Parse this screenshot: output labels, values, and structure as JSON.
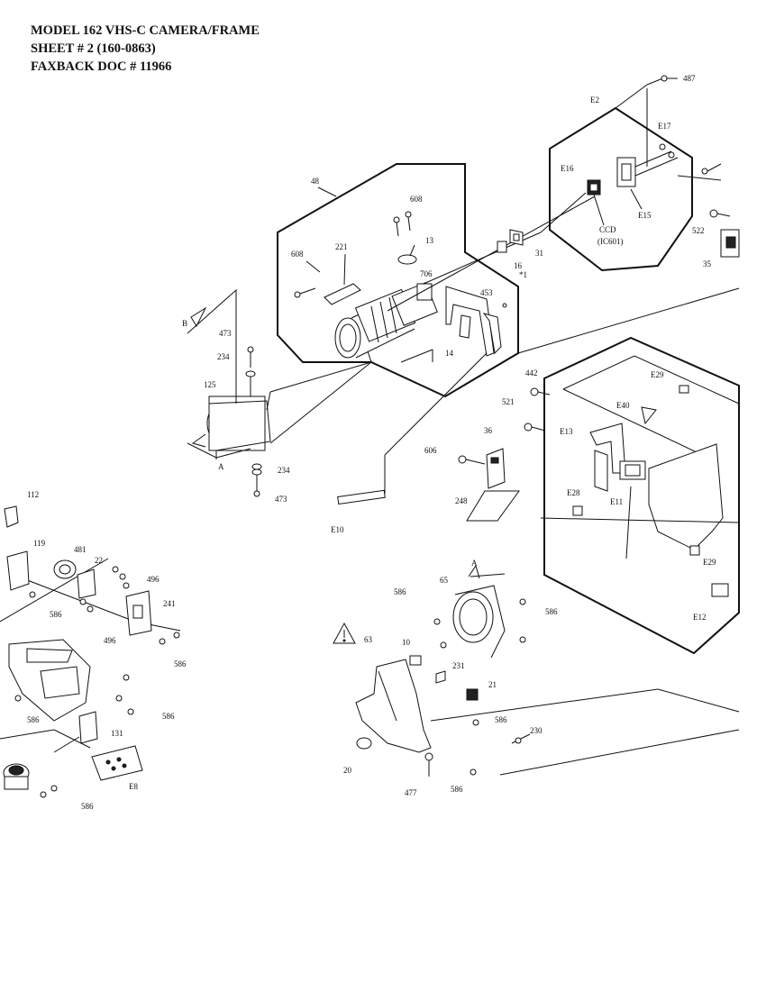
{
  "header": {
    "line1": "MODEL 162 VHS-C CAMERA/FRAME",
    "line2": "SHEET # 2  (160-0863)",
    "line3": "FAXBACK DOC # 11966"
  },
  "labels": {
    "l487": "487",
    "lE2": "E2",
    "lE17": "E17",
    "lE16": "E16",
    "lE15": "E15",
    "lCCD": "CCD",
    "lIC601": "(IC601)",
    "l522": "522",
    "l35": "35",
    "l48": "48",
    "l608a": "608",
    "l608b": "608",
    "l13": "13",
    "l221": "221",
    "l31": "31",
    "l16": "16",
    "lstar1": "*1",
    "l706": "706",
    "l453": "453",
    "l14": "14",
    "lB": "B",
    "l473a": "473",
    "l234a": "234",
    "l125": "125",
    "lA1": "A",
    "l234b": "234",
    "l473b": "473",
    "l442": "442",
    "lE29a": "E29",
    "l521": "521",
    "lE40": "E40",
    "lE13": "E13",
    "l36": "36",
    "l606": "606",
    "l248": "248",
    "lE10": "E10",
    "lE28": "E28",
    "lE11": "E11",
    "lE29b": "E29",
    "lE12": "E12",
    "l112": "112",
    "l119": "119",
    "l481": "481",
    "l22": "22",
    "l496a": "496",
    "l586a": "586",
    "l241": "241",
    "l496b": "496",
    "l586b": "586",
    "l586c": "586",
    "l586d": "586",
    "l131": "131",
    "lE8": "E8",
    "l586e": "586",
    "lA2": "A",
    "l65": "65",
    "l586f": "586",
    "l586g": "586",
    "l63": "63",
    "l10": "10",
    "l231": "231",
    "l21": "21",
    "l586h": "586",
    "l230": "230",
    "l20": "20",
    "l477": "477",
    "l586i": "586"
  }
}
